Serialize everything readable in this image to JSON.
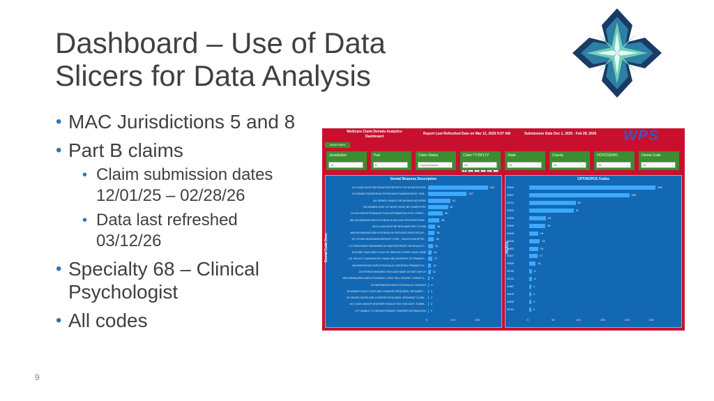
{
  "slide": {
    "title_line1": "Dashboard – Use of Data",
    "title_line2": "Slicers for Data Analysis",
    "bullets": {
      "b1": "MAC Jurisdictions 5 and 8",
      "b2": "Part B claims",
      "b2_sub1": "Claim submission dates 12/01/25 – 02/28/26",
      "b2_sub2": "Data last refreshed 03/12/26",
      "b3": "Specialty 68 – Clinical Psychologist",
      "b4": "All codes"
    },
    "page_number": "9"
  },
  "logo": {
    "colors": {
      "dark": "#1a3b63",
      "mid": "#2e7fa6",
      "light": "#6fd1b4",
      "pale": "#e9f6ff"
    }
  },
  "dashboard": {
    "title": "Medicare Claim Denials Analytics Dashboard",
    "refresh": "Report Last Refreshed Date on Mar 12, 2026 9:07 AM",
    "submission": "Submission Date Dec 1, 2025 - Feb 28, 2026",
    "logo_text": "WPS",
    "reset": "Reset Filters",
    "filters": [
      {
        "label": "Jurisdiction",
        "value": "J5"
      },
      {
        "label": "Part",
        "value": "B"
      },
      {
        "label": "Claim Status",
        "value": "Unprocessable"
      },
      {
        "label": "Claim TY/SPLTY",
        "value": "68"
      },
      {
        "label": "State",
        "value": "All"
      },
      {
        "label": "County",
        "value": "All"
      },
      {
        "label": "HCPCS/DRG",
        "value": "All"
      },
      {
        "label": "Denial Code",
        "value": "All"
      }
    ],
    "colors": {
      "frame": "#c8102e",
      "filter": "#3c8d2f",
      "panel": "#1268b3",
      "bar": "#3da9ff"
    }
  },
  "chart_data": [
    {
      "type": "bar",
      "orientation": "horizontal",
      "title": "Denial Reasons Description",
      "ylabel": "Denial Code Desc",
      "xlim": [
        0,
        270
      ],
      "x_ticks": [
        "0",
        "100",
        "200"
      ],
      "categories": [
        "N/ CLAIM LACKS INFORMATION NEEDED FOR ADJUDICATION",
        "212 DENIED RENDERING PHYSICIAN'S NAME/MISSING. SUB...",
        "161 DENIED INVALID OR MISSING MODIFIER",
        "252 DENIED DATE OF DEATH MUST BE COMPLETED",
        "174 INCOMPLETE/INVALID PLAN INFORMATION FOR OTHER I...",
        "N81 MISSING/INCOMPLETE/INVALID BILLING PROVIDER PRIM...",
        "B15 CLAIM MUST BE RESUBMITTED TO RRB",
        "N56 MISSING/INCOMPLETE/INVALID PROVIDER IDENTIFICATI...",
        "107 OTHER INSURANCE/PATIENT CODE - RELATIONSHIP RE...",
        "170 TREATMENT RENDERED IN INAPPROPRIATE OR INVALID P...",
        "16 MORE THAN ONE PLACE OF SERVICE OTHER THAN HOME",
        "101 FACILITY LABORATORY NAME AND ADDRESS OF PRIMARY...",
        "146 MISSING/INCOMPLETE/INVALID ORDERING PRIMARY ID...",
        "123 PATIENT/INSURED HICN AND NAME DO NOT MATCH",
        "N56 MISSING/INCOMPLETE/INVALID, DON'T BILL PATIENT. SUBMIT A...",
        "110 MISSING/INCOMPLETE/INVALID CHARGES",
        "20 DENIED EXACT DATE AND CHARGES REQUIRED. RESUBMIT ...",
        "30 DENIED DATES AND CHARGES REQUIRED. RESUBMIT CLAIM...",
        "102 CODE AND/OR MODIFIER INVALID FOR THIS DATE. SUBMI...",
        "477 UNABLE TO OBTAIN PRIMARY INSURER INFORMATION"
      ],
      "values": [
        243,
        157,
        91,
        81,
        60,
        45,
        28,
        26,
        24,
        20,
        14,
        17,
        12,
        11,
        6,
        4,
        3,
        3,
        2,
        2
      ]
    },
    {
      "type": "bar",
      "orientation": "horizontal",
      "title": "CPT/HCPCS Codes",
      "ylabel": "HCPCS",
      "xlim": [
        0,
        280
      ],
      "x_ticks": [
        "0",
        "50",
        "100",
        "150",
        "200",
        "250"
      ],
      "categories": [
        "90834",
        "90837",
        "90791",
        "90832",
        "90836",
        "90839",
        "90838",
        "90846",
        "90853",
        "90847",
        "90839",
        "90785",
        "96130",
        "90867",
        "90875",
        "90830",
        "90781"
      ],
      "values": [
        259,
        205,
        95,
        91,
        34,
        33,
        18,
        22,
        18,
        17,
        13,
        6,
        6,
        4,
        4,
        4,
        4
      ],
      "value_labels": [
        "259",
        "205",
        "95",
        "91",
        "34",
        "33",
        "18",
        "22",
        "18",
        "17",
        "13",
        "6",
        "6",
        "4",
        "4",
        "4",
        "4"
      ]
    }
  ]
}
